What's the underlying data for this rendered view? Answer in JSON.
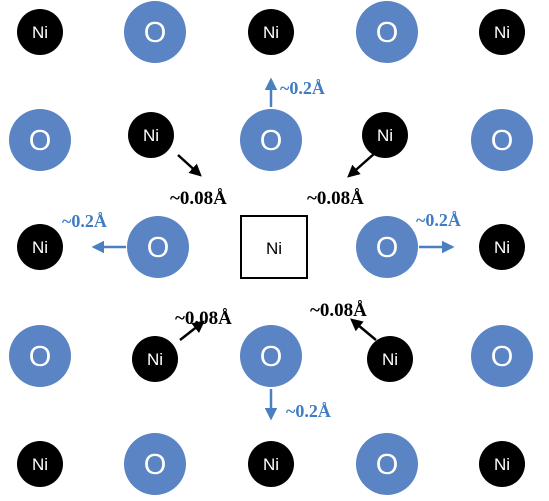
{
  "colors": {
    "ni": "#000000",
    "o": "#5b84c4",
    "o_arrow": "#4a80c0",
    "ni_arrow": "#000000",
    "vacancy_border": "#000000"
  },
  "atoms": {
    "ni_label": "Ni",
    "o_label": "O"
  },
  "vacancy": {
    "label": "Ni"
  },
  "displacements": {
    "ni_shift": "~0.08Å",
    "o_shift": "~0.2Å"
  }
}
